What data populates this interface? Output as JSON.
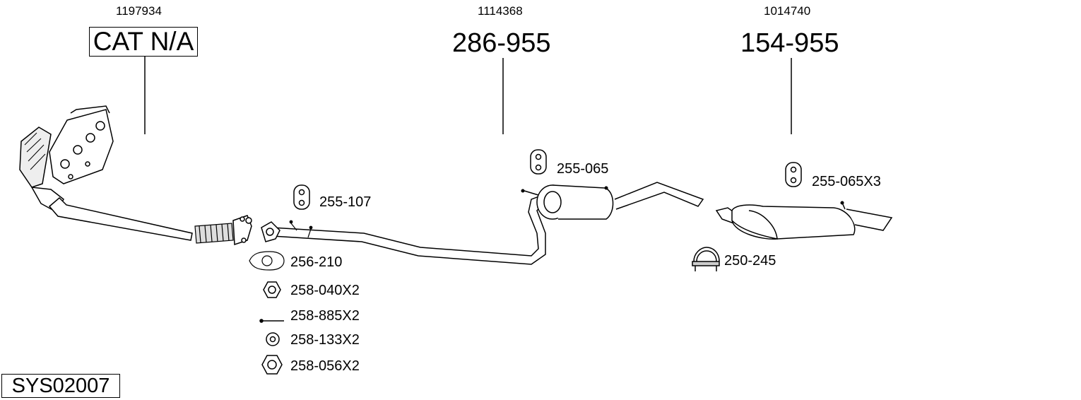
{
  "parts_top": {
    "left": {
      "ref": "1197934",
      "code": "CAT N/A"
    },
    "mid": {
      "ref": "1114368",
      "code": "286-955"
    },
    "right": {
      "ref": "1014740",
      "code": "154-955"
    }
  },
  "parts": {
    "hanger_107": "255-107",
    "hanger_065": "255-065",
    "hanger_065x3": "255-065X3",
    "gasket_210": "256-210",
    "nut_040": "258-040X2",
    "bolt_885": "258-885X2",
    "washer_133": "258-133X2",
    "nut_056": "258-056X2",
    "clamp_245": "250-245"
  },
  "system_code": "SYS02007"
}
